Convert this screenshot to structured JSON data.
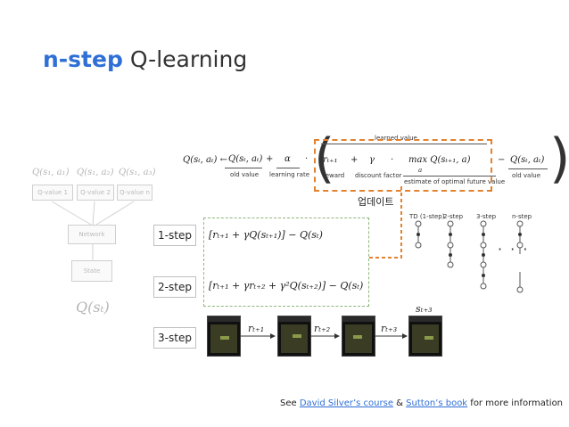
{
  "title": {
    "accent": "n-step",
    "rest": "Q-learning"
  },
  "network": {
    "q_labels": [
      "Q(s₁, a₁)",
      "Q(s₁, a₂)",
      "Q(s₁, a₃)"
    ],
    "value_boxes": [
      "Q-value 1",
      "Q-value 2",
      "Q-value n"
    ],
    "network_label": "Network",
    "state_label": "State",
    "q_of_s": "Q(sₜ)"
  },
  "formula": {
    "lhs": "Q(sₜ, aₜ) ←",
    "old_value_term": "Q(sₜ, aₜ)",
    "old_value_label": "old value",
    "plus": "+",
    "alpha": "α",
    "alpha_label": "learning rate",
    "dot": "·",
    "learned_value_label": "learned value",
    "reward_term": "rₜ₊₁",
    "reward_label": "reward",
    "gamma": "γ",
    "gamma_label": "discount factor",
    "max_term": "max Q(sₜ₊₁, a)",
    "max_sub": "a",
    "max_label": "estimate of optimal future value",
    "minus": "−",
    "old_value_term2": "Q(sₜ, aₜ)",
    "old_value_label2": "old value"
  },
  "update_label": "업데이트",
  "steps": [
    {
      "label": "1-step",
      "expr": "[rₜ₊₁ + γQ(sₜ₊₁)] − Q(sₜ)"
    },
    {
      "label": "2-step",
      "expr": "[rₜ₊₁ + γrₜ₊₂ + γ²Q(sₜ₊₂)] − Q(sₜ)"
    },
    {
      "label": "3-step",
      "expr": ""
    }
  ],
  "backup_headers": [
    "TD (1-step)",
    "2-step",
    "3-step",
    "n-step"
  ],
  "backup_dots": "· · ·",
  "rewards": [
    "rₜ₊₁",
    "rₜ₊₂",
    "rₜ₊₃"
  ],
  "s_t3": "sₜ₊₃",
  "footer": {
    "prefix": "See",
    "link1": "David Silver’s course",
    "amp": "&",
    "link2": "Sutton’s book",
    "suffix": "for more information"
  }
}
